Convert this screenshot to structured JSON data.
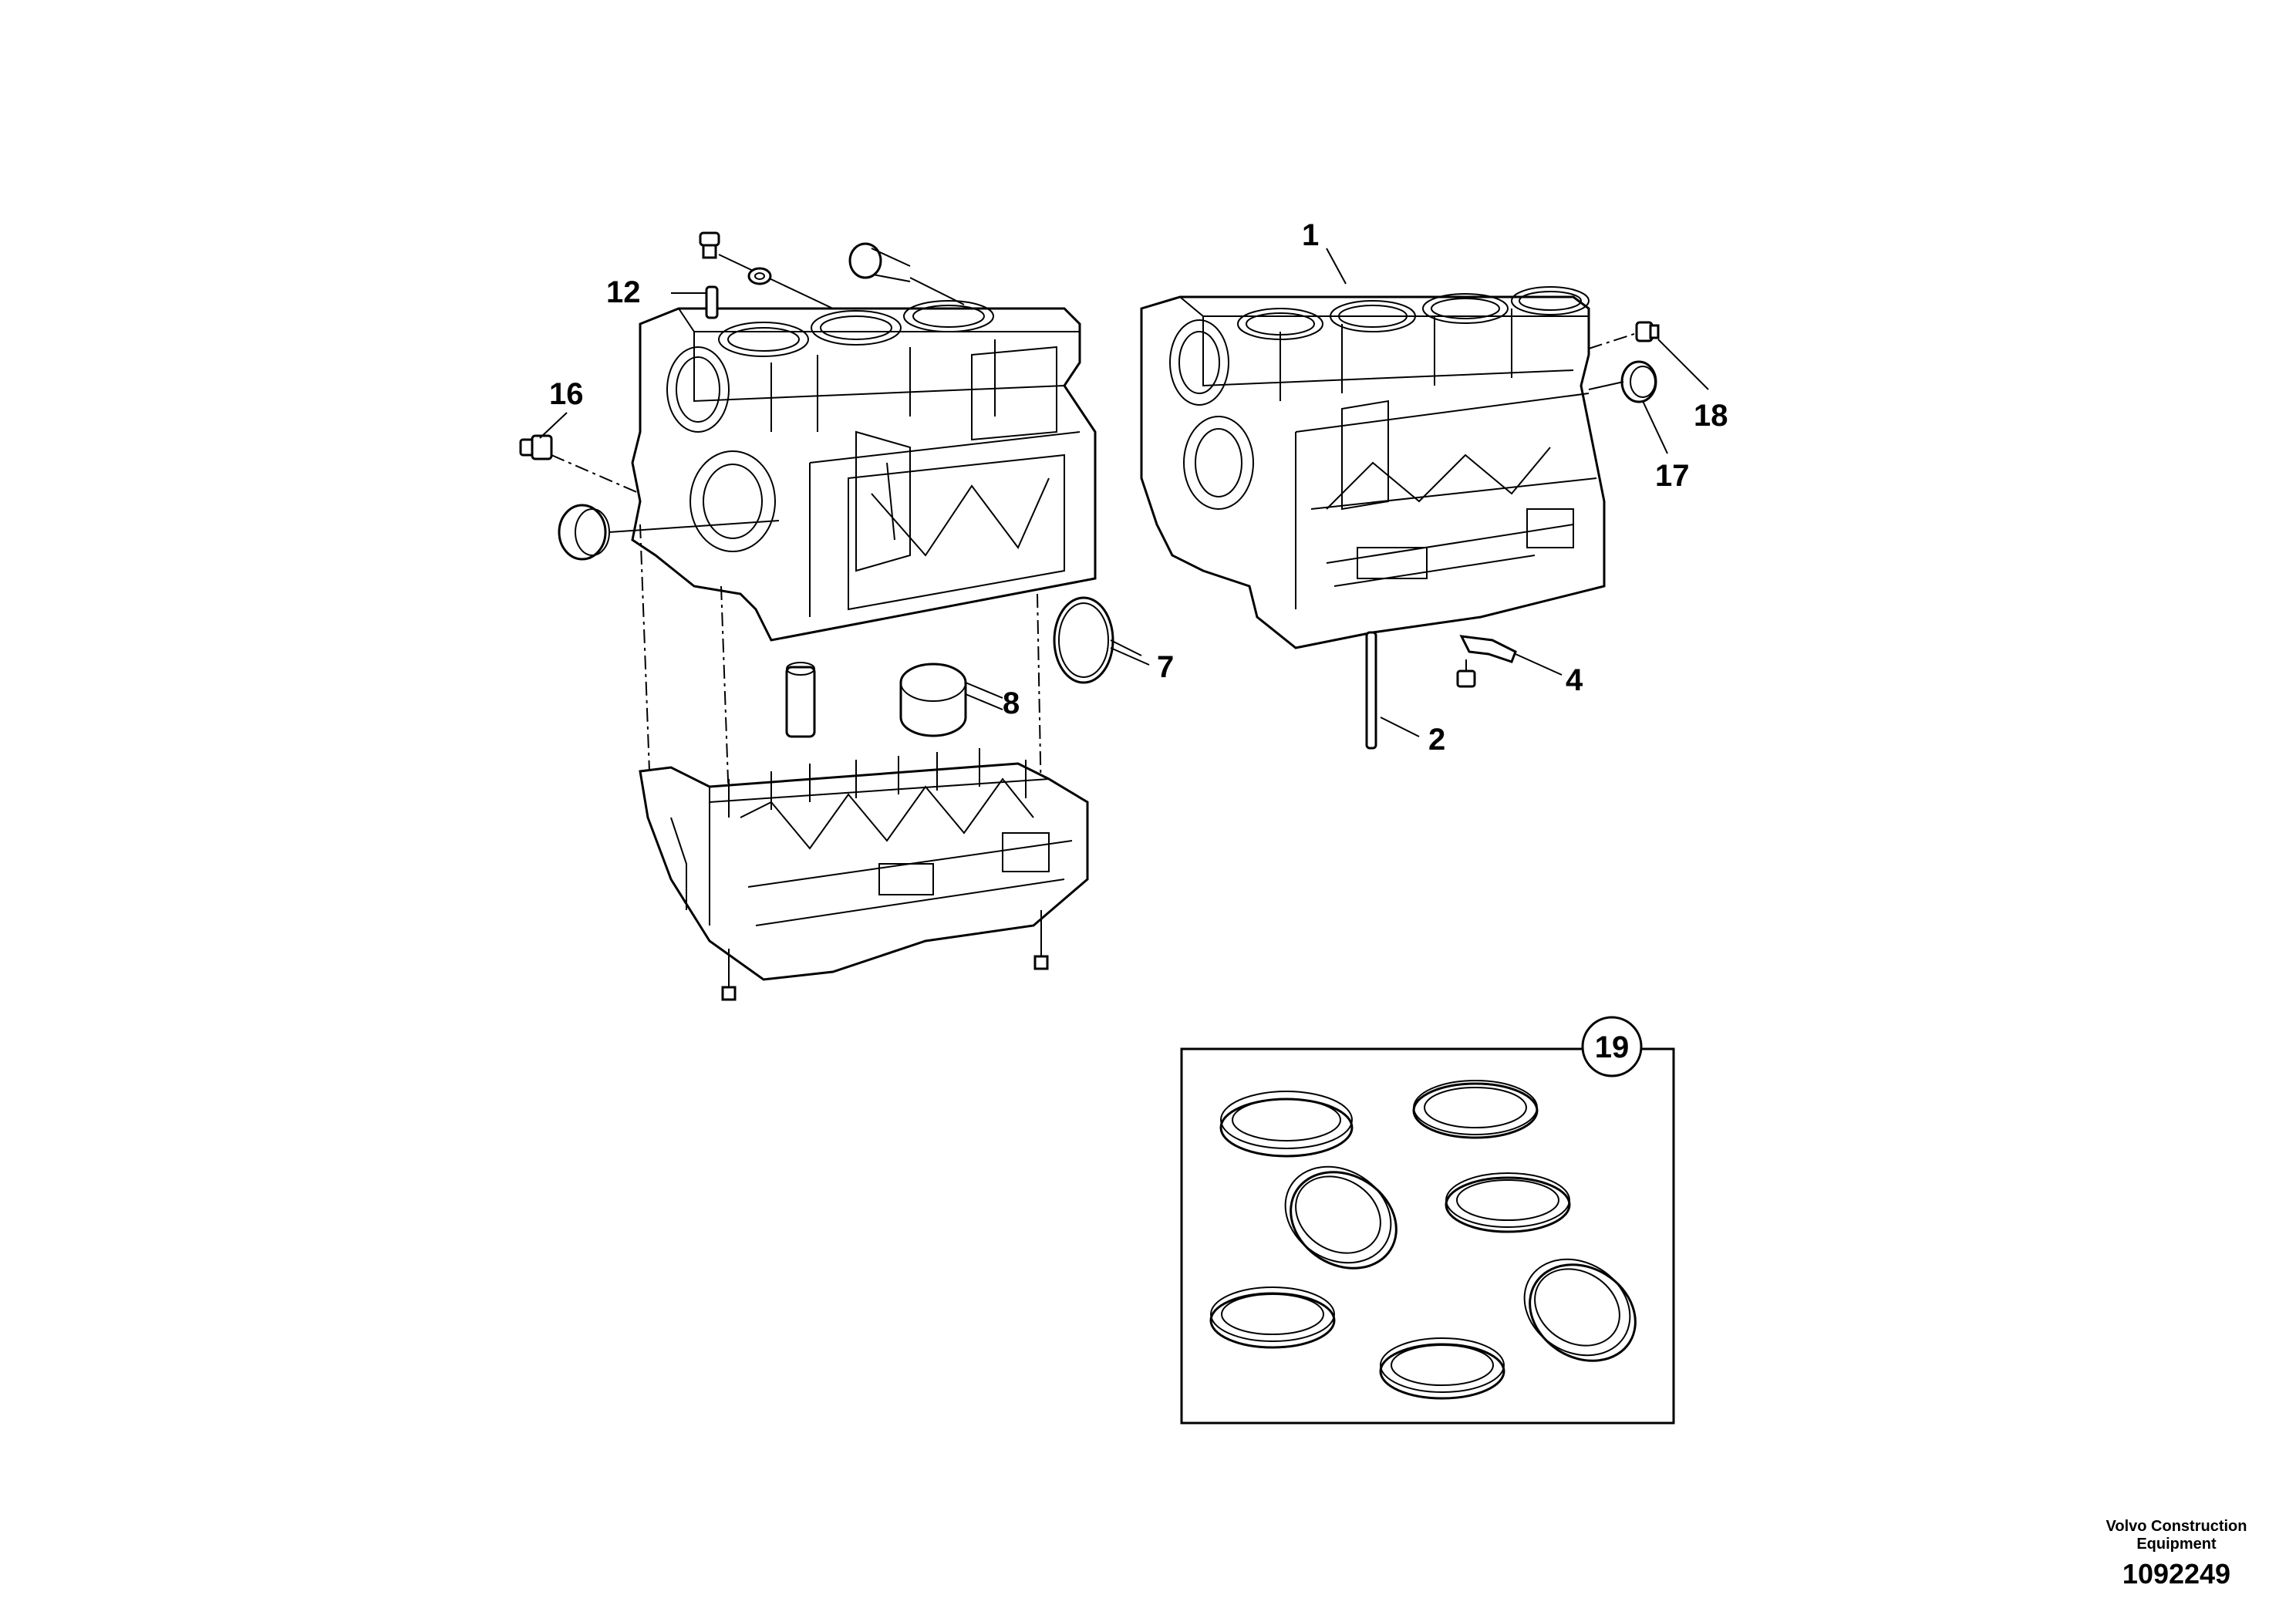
{
  "callouts": {
    "c1": "1",
    "c2": "2",
    "c4": "4",
    "c7": "7",
    "c8": "8",
    "c12": "12",
    "c16": "16",
    "c17": "17",
    "c18": "18",
    "c19": "19"
  },
  "footer": {
    "company_line1": "Volvo Construction",
    "company_line2": "Equipment",
    "drawing_number": "1092249"
  }
}
